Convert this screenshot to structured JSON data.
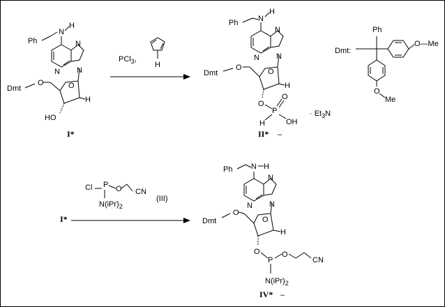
{
  "reaction1": {
    "reagent_top": "PCl",
    "reagent_top_sub": "3",
    "reagent_top_comma": ",",
    "triazole_nh": "H"
  },
  "reaction2": {
    "reagent_cl": "Cl",
    "reagent_p": "P",
    "reagent_o": "O",
    "reagent_cn": "CN",
    "reagent_n": "N(iPr)",
    "reagent_n_sub": "2",
    "reagent_label": "(III)",
    "start_label": "I*"
  },
  "compound_I": {
    "label": "I*"
  },
  "compound_II": {
    "label": "II*",
    "dash": "–",
    "salt": "· Et",
    "salt_sub": "3",
    "salt_n": "N"
  },
  "compound_IV": {
    "label": "IV*",
    "dash": "–"
  },
  "atoms": {
    "ph": "Ph",
    "n": "N",
    "h": "H",
    "o": "O",
    "p": "P",
    "ho": "HO",
    "oh": "OH",
    "dmt": "Dmt",
    "dmt_def": "Dmt:",
    "ome": "O—Me",
    "ome2": "O",
    "me": "Me",
    "cn": "CN",
    "niPr": "N(iPr)",
    "sub2": "2"
  }
}
